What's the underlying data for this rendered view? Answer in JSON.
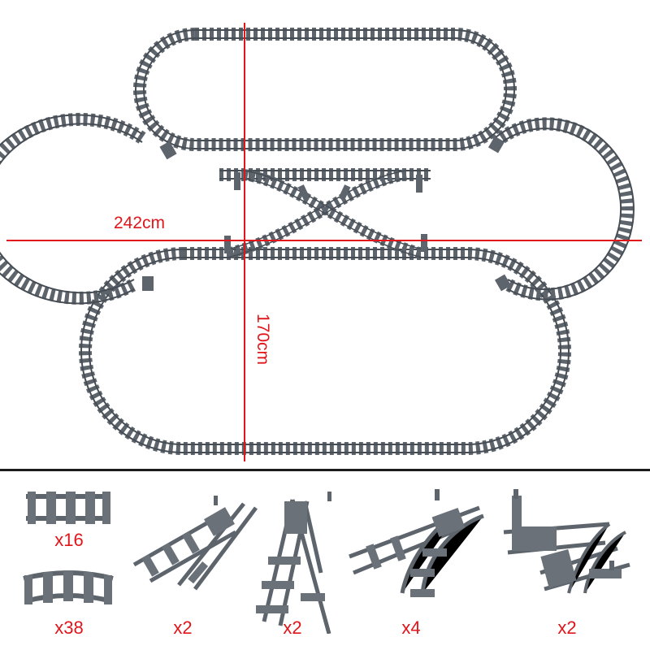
{
  "layout": {
    "width_dimension": "242cm",
    "height_dimension": "170cm",
    "colors": {
      "track": "#5d646c",
      "track_dark": "#474d54",
      "measure_line": "#e0161b",
      "divider": "#1c1c1c"
    }
  },
  "parts": [
    {
      "name": "straight-track",
      "quantity": "x16"
    },
    {
      "name": "curved-track",
      "quantity": "x38"
    },
    {
      "name": "left-switch",
      "quantity": "x2"
    },
    {
      "name": "right-switch",
      "quantity": "x2"
    },
    {
      "name": "flexible-switch",
      "quantity": "x4"
    },
    {
      "name": "crossover-switch",
      "quantity": "x2"
    }
  ]
}
